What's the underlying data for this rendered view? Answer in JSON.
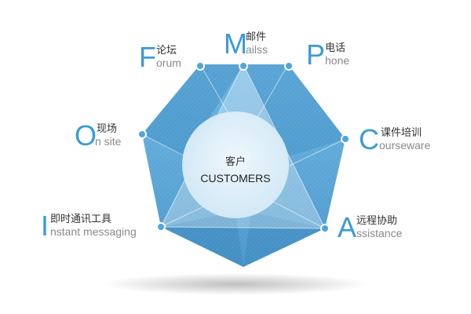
{
  "center": {
    "title_cn": "客户",
    "title_en": "CUSTOMERS"
  },
  "services": [
    {
      "letter": "M",
      "cn": "邮件",
      "en": "ailss"
    },
    {
      "letter": "P",
      "cn": "电话",
      "en": "hone"
    },
    {
      "letter": "C",
      "cn": "课件培训",
      "en": "ourseware"
    },
    {
      "letter": "A",
      "cn": "远程协助",
      "en": "ssistance"
    },
    {
      "letter": "I",
      "cn": "即时通讯工具",
      "en": "nstant messaging"
    },
    {
      "letter": "O",
      "cn": "现场",
      "en": "n site"
    },
    {
      "letter": "F",
      "cn": "论坛",
      "en": "orum"
    }
  ],
  "colors": {
    "accent": "#3a9bd5",
    "polygon_light": "#7fbfe4",
    "polygon_dark": "#3d8ec6",
    "circle": "#e3f1fa",
    "node": "#4ea6dc"
  }
}
